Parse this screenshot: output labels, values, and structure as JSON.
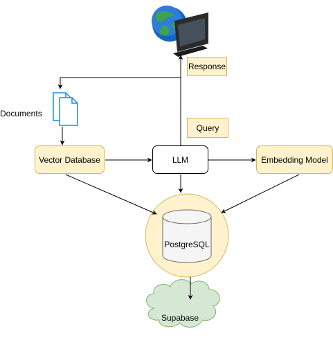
{
  "nodes": {
    "response": "Response",
    "query": "Query",
    "documents": "Documents",
    "vector_database": "Vector Database",
    "llm": "LLM",
    "embedding_model": "Embedding Model",
    "postgresql": "PostgreSQL",
    "supabase": "Supabase"
  },
  "icons": {
    "client": "globe-monitor-icon",
    "documents": "documents-icon",
    "database": "database-cylinder-icon",
    "cloud": "cloud-icon"
  },
  "colors": {
    "yellow_fill": "#fff2cc",
    "yellow_stroke": "#d6b656",
    "green_fill": "#d5e8d4",
    "green_stroke": "#82b366",
    "doc_blue": "#1e88e5",
    "db_fill": "#f5f5f5",
    "db_stroke": "#666666"
  }
}
